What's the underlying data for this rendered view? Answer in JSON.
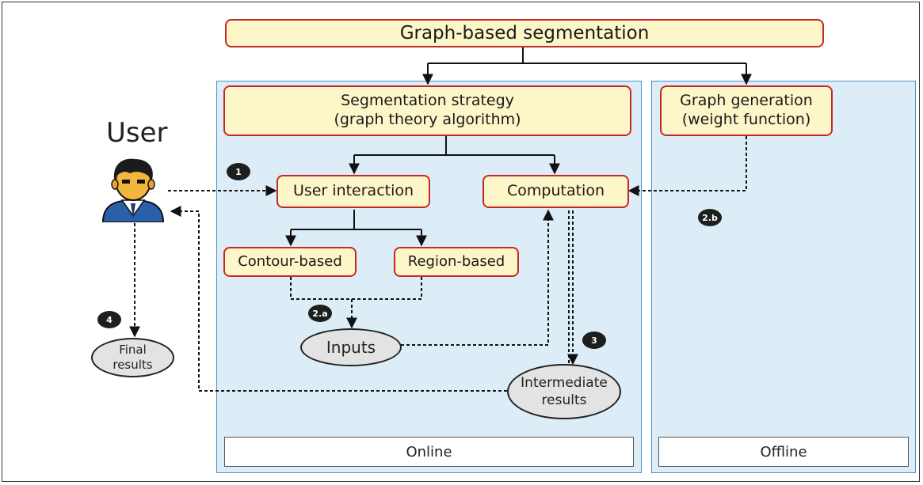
{
  "title": "Graph-based segmentation",
  "user_label": "User",
  "user_icon": "user-avatar-icon",
  "panels": {
    "online": "Online",
    "offline": "Offline"
  },
  "boxes": {
    "strategy": "Segmentation strategy\n(graph theory algorithm)",
    "generation": "Graph generation\n(weight function)",
    "interaction": "User interaction",
    "computation": "Computation",
    "contour": "Contour-based",
    "region": "Region-based"
  },
  "ellipses": {
    "inputs": "Inputs",
    "intermediate": "Intermediate\nresults",
    "final": "Final\nresults"
  },
  "badges": {
    "b1": "1",
    "b2a": "2.a",
    "b2b": "2.b",
    "b3": "3",
    "b4": "4"
  },
  "colors": {
    "panel": "#dcedf7",
    "box_fill": "#fdf6c8",
    "box_border": "#c62828",
    "ellipse_fill": "#e3e3e3"
  }
}
